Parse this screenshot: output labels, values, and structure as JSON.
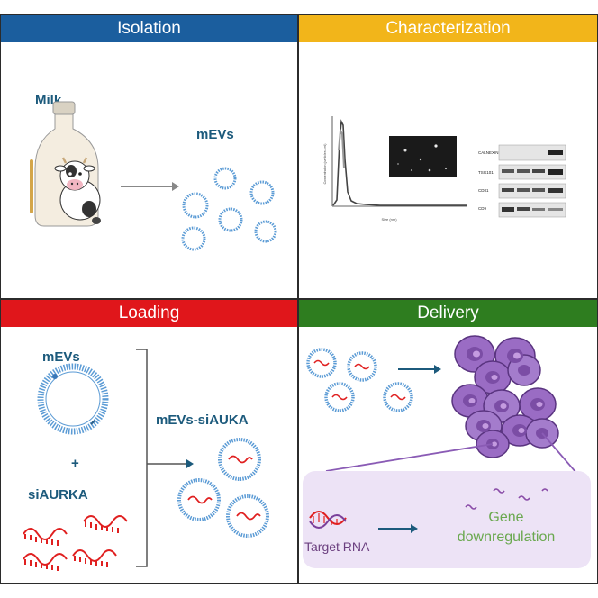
{
  "panels": {
    "isolation": {
      "title": "Isolation",
      "color": "#1b5e9e",
      "milk_label": "Milk",
      "mevs_label": "mEVs"
    },
    "characterization": {
      "title": "Characterization",
      "color": "#f2b51a",
      "blot_labels": [
        "CALNEXIN",
        "TSG101",
        "CD81",
        "CD9"
      ],
      "x_axis_label": "Size (nm)",
      "y_axis_label": "Concentration (particles / ml)"
    },
    "loading": {
      "title": "Loading",
      "color": "#e0161b",
      "mevs_label": "mEVs",
      "plus": "+",
      "sirna_label": "siAURKA",
      "product_label": "mEVs-siAUKA"
    },
    "delivery": {
      "title": "Delivery",
      "color": "#2e7d1f",
      "target_label": "Target RNA",
      "gene_label_1": "Gene",
      "gene_label_2": "downregulation"
    }
  },
  "colors": {
    "vesicle": "#5b9bd5",
    "rna": "#e02020",
    "cell": "#8a5bb5",
    "text_blue": "#1c5a7c",
    "delivery_text": "#6aa84f",
    "target_text": "#6b3f7f"
  }
}
